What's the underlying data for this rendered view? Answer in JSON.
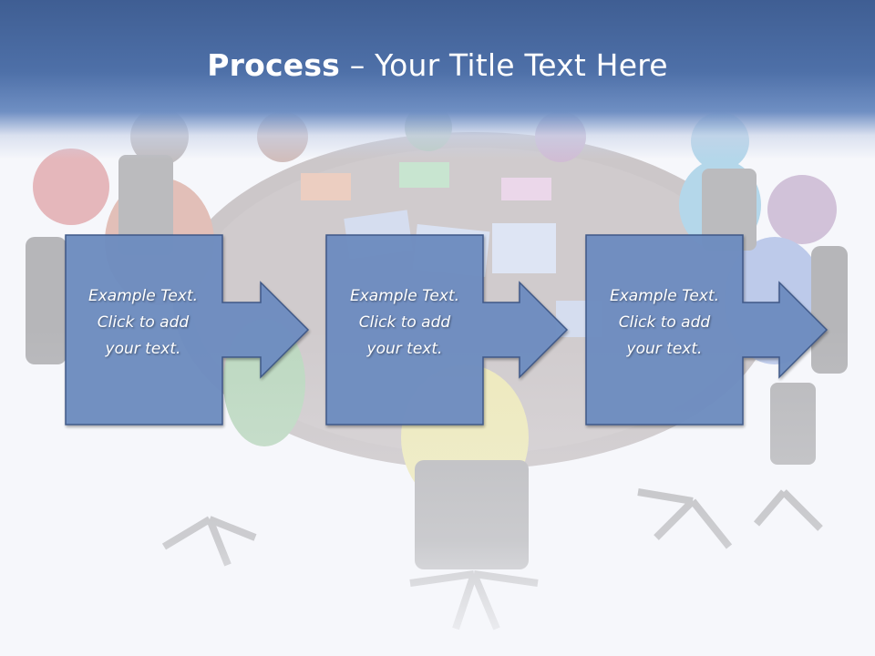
{
  "title": {
    "bold": "Process",
    "rest": " – Your Title Text Here"
  },
  "steps": [
    {
      "lines": [
        "Example Text.",
        "Click  to add",
        "your text."
      ]
    },
    {
      "lines": [
        "Example Text.",
        "Click  to add",
        "your text."
      ]
    },
    {
      "lines": [
        "Example Text.",
        "Click  to add",
        "your text."
      ]
    }
  ],
  "colors": {
    "title_band": "#4e70a8",
    "arrow_fill": "#6e8dc0",
    "arrow_stroke": "#3b5585",
    "title_text": "#ffffff"
  }
}
